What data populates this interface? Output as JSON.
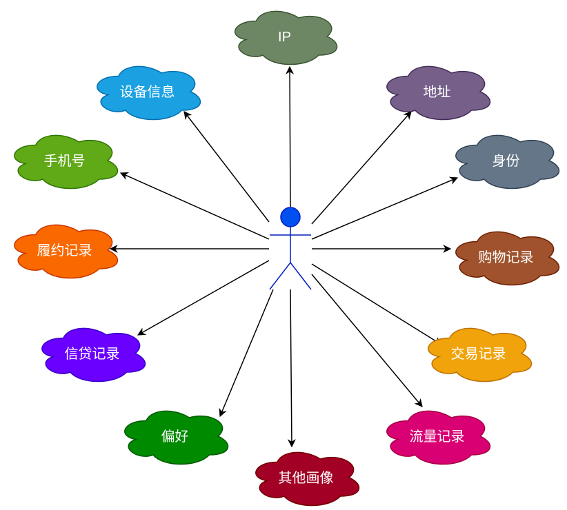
{
  "center": {
    "name": "user-actor",
    "fill": "#0050ef",
    "stroke": "#001DBC"
  },
  "nodes": [
    {
      "id": "ip",
      "label": "IP",
      "fill": "#6d8764",
      "stroke": "#3A5431"
    },
    {
      "id": "device",
      "label": "设备信息",
      "fill": "#1ba1e2",
      "stroke": "#006EAF"
    },
    {
      "id": "address",
      "label": "地址",
      "fill": "#76608a",
      "stroke": "#432D57"
    },
    {
      "id": "phone",
      "label": "手机号",
      "fill": "#60a917",
      "stroke": "#2D7600"
    },
    {
      "id": "identity",
      "label": "身份",
      "fill": "#647687",
      "stroke": "#314354"
    },
    {
      "id": "fulfillment",
      "label": "履约记录",
      "fill": "#fa6800",
      "stroke": "#C73500"
    },
    {
      "id": "shopping",
      "label": "购物记录",
      "fill": "#a0522d",
      "stroke": "#6D1F00"
    },
    {
      "id": "credit",
      "label": "信贷记录",
      "fill": "#6a00ff",
      "stroke": "#3700CC"
    },
    {
      "id": "transaction",
      "label": "交易记录",
      "fill": "#f0a30a",
      "stroke": "#BD7000"
    },
    {
      "id": "preference",
      "label": "偏好",
      "fill": "#008a00",
      "stroke": "#005700"
    },
    {
      "id": "traffic",
      "label": "流量记录",
      "fill": "#d80073",
      "stroke": "#A50040"
    },
    {
      "id": "other",
      "label": "其他画像",
      "fill": "#a20025",
      "stroke": "#6F0000"
    }
  ]
}
